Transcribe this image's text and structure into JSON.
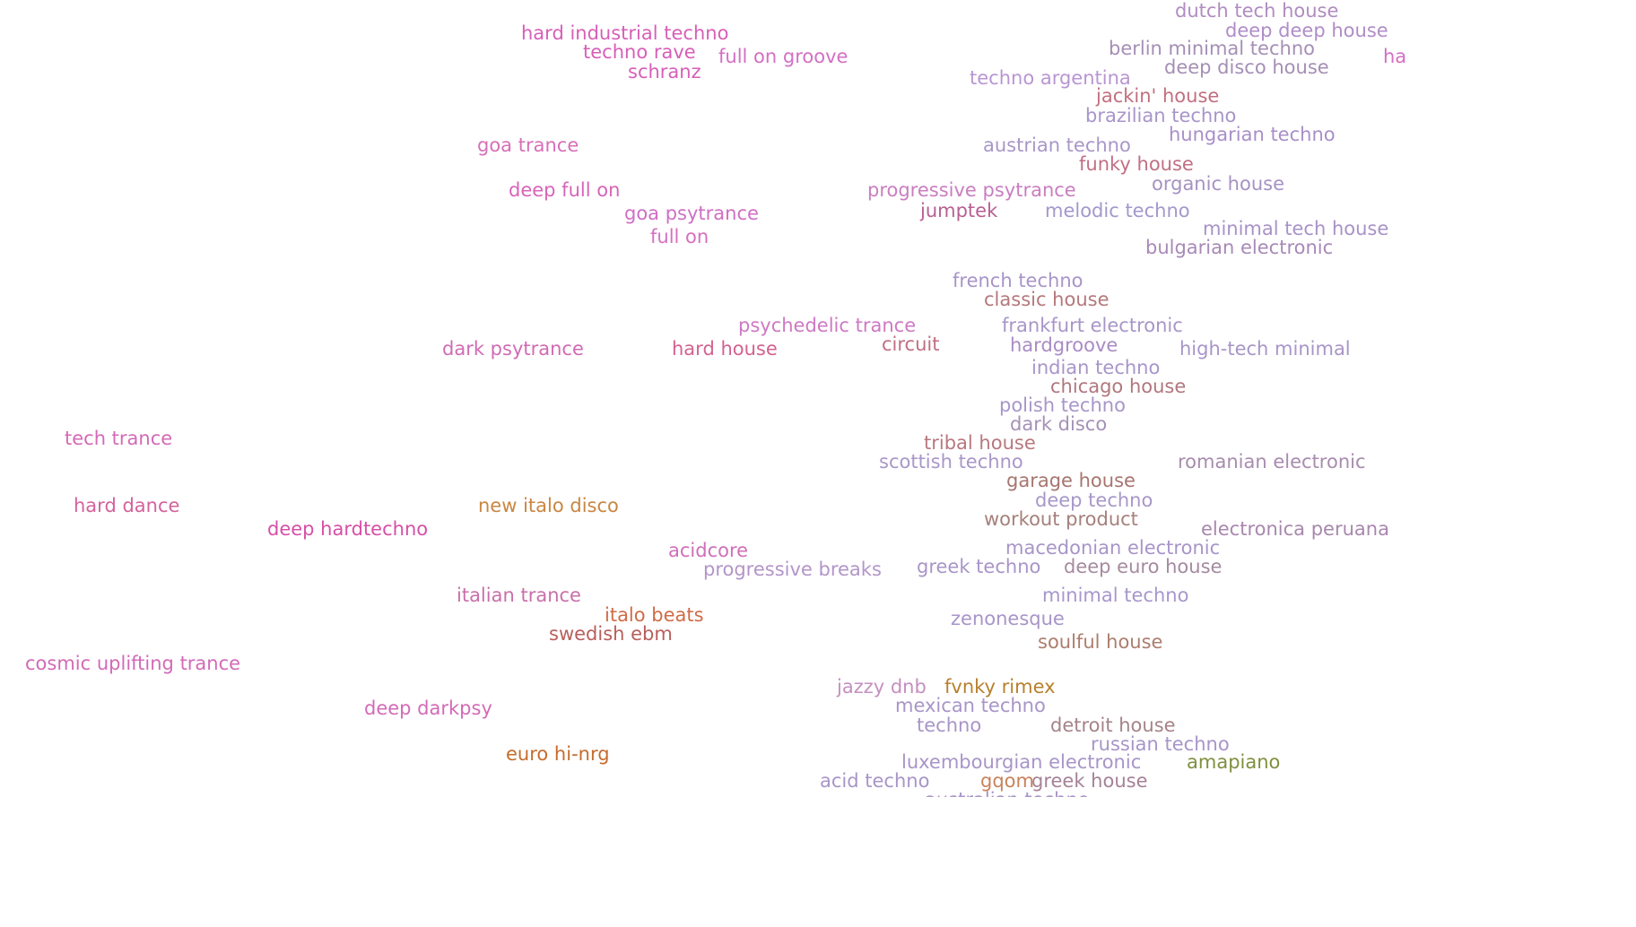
{
  "genres": [
    {
      "label": "dutch tech house",
      "color": "#b08cc0"
    },
    {
      "label": "deep deep house",
      "color": "#b08cc8"
    },
    {
      "label": "hard industrial techno",
      "color": "#d75fb8"
    },
    {
      "label": "techno rave",
      "color": "#d75fb8"
    },
    {
      "label": "full on groove",
      "color": "#d36fc4"
    },
    {
      "label": "berlin minimal techno",
      "color": "#a58fb5"
    },
    {
      "label": "har",
      "color": "#d36fc4"
    },
    {
      "label": "schranz",
      "color": "#d75fb8"
    },
    {
      "label": "deep disco house",
      "color": "#a58fb5"
    },
    {
      "label": "techno argentina",
      "color": "#b895d3"
    },
    {
      "label": "jackin' house",
      "color": "#c26f7f"
    },
    {
      "label": "brazilian techno",
      "color": "#a895c9"
    },
    {
      "label": "hungarian techno",
      "color": "#a88fc8"
    },
    {
      "label": "goa trance",
      "color": "#d76fb8"
    },
    {
      "label": "austrian techno",
      "color": "#a897c8"
    },
    {
      "label": "funky house",
      "color": "#c16f84"
    },
    {
      "label": "organic house",
      "color": "#a592c2"
    },
    {
      "label": "deep full on",
      "color": "#d864b7"
    },
    {
      "label": "progressive psytrance",
      "color": "#c97ec0"
    },
    {
      "label": "jumptek",
      "color": "#b85f93"
    },
    {
      "label": "melodic techno",
      "color": "#a398cb"
    },
    {
      "label": "goa psytrance",
      "color": "#cf6ec4"
    },
    {
      "label": "minimal tech house",
      "color": "#a892c8"
    },
    {
      "label": "full on",
      "color": "#d76fc0"
    },
    {
      "label": "bulgarian electronic",
      "color": "#a889b7"
    },
    {
      "label": "french techno",
      "color": "#a894c8"
    },
    {
      "label": "classic house",
      "color": "#b5787c"
    },
    {
      "label": "psychedelic trance",
      "color": "#ce78c4"
    },
    {
      "label": "frankfurt electronic",
      "color": "#a895c8"
    },
    {
      "label": "circuit",
      "color": "#c06f81"
    },
    {
      "label": "hardgroove",
      "color": "#a98bc5"
    },
    {
      "label": "dark psytrance",
      "color": "#d06bb4"
    },
    {
      "label": "hard house",
      "color": "#d4628f"
    },
    {
      "label": "high-tech minimal",
      "color": "#a895c8"
    },
    {
      "label": "indian techno",
      "color": "#a895c9"
    },
    {
      "label": "chicago house",
      "color": "#b0777d"
    },
    {
      "label": "polish techno",
      "color": "#a895c9"
    },
    {
      "label": "dark disco",
      "color": "#a591b8"
    },
    {
      "label": "tech trance",
      "color": "#d36ab7"
    },
    {
      "label": "tribal house",
      "color": "#b8787e"
    },
    {
      "label": "scottish techno",
      "color": "#a897c9"
    },
    {
      "label": "romanian electronic",
      "color": "#a88cae"
    },
    {
      "label": "garage house",
      "color": "#a7756f"
    },
    {
      "label": "deep techno",
      "color": "#a698c9"
    },
    {
      "label": "hard dance",
      "color": "#d4629c"
    },
    {
      "label": "new italo disco",
      "color": "#c98642"
    },
    {
      "label": "workout product",
      "color": "#a5807b"
    },
    {
      "label": "deep hardtechno",
      "color": "#d64fa7"
    },
    {
      "label": "electronica peruana",
      "color": "#a887ae"
    },
    {
      "label": "macedonian electronic",
      "color": "#a895c8"
    },
    {
      "label": "acidcore",
      "color": "#cf6fb8"
    },
    {
      "label": "greek techno",
      "color": "#a895c8"
    },
    {
      "label": "deep euro house",
      "color": "#a58a9f"
    },
    {
      "label": "progressive breaks",
      "color": "#b395c8"
    },
    {
      "label": "italian trance",
      "color": "#c96fa9"
    },
    {
      "label": "minimal techno",
      "color": "#a797cc"
    },
    {
      "label": "italo beats",
      "color": "#cf6c46"
    },
    {
      "label": "zenonesque",
      "color": "#a895c9"
    },
    {
      "label": "swedish ebm",
      "color": "#b85f5b"
    },
    {
      "label": "soulful house",
      "color": "#ad7d6d"
    },
    {
      "label": "cosmic uplifting trance",
      "color": "#d36ab7"
    },
    {
      "label": "jazzy dnb",
      "color": "#c48fc0"
    },
    {
      "label": "fvnky rimex",
      "color": "#b8802e"
    },
    {
      "label": "mexican techno",
      "color": "#a895c8"
    },
    {
      "label": "deep darkpsy",
      "color": "#d36ab7"
    },
    {
      "label": "techno",
      "color": "#a895c8"
    },
    {
      "label": "detroit house",
      "color": "#a5838a"
    },
    {
      "label": "russian techno",
      "color": "#a895c8"
    },
    {
      "label": "euro hi-nrg",
      "color": "#c56c2e"
    },
    {
      "label": "luxembourgian electronic",
      "color": "#a895c8"
    },
    {
      "label": "amapiano",
      "color": "#7f8f3e"
    },
    {
      "label": "acid techno",
      "color": "#a895c8"
    },
    {
      "label": "gqom",
      "color": "#c8825c"
    },
    {
      "label": "greek house",
      "color": "#a58296"
    },
    {
      "label": "australian techno",
      "color": "#a895c8"
    }
  ]
}
